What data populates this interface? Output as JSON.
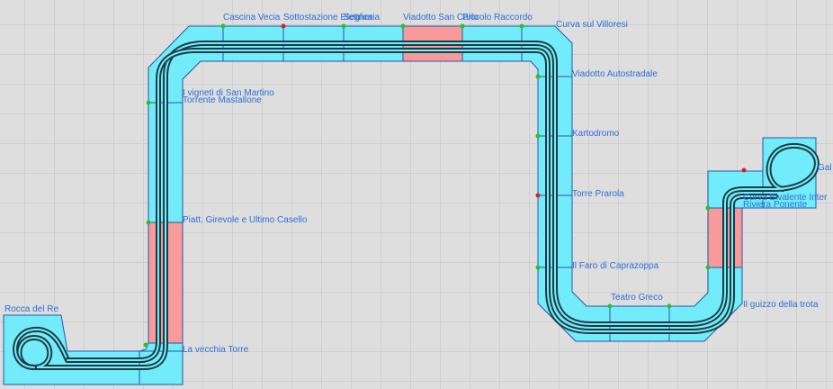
{
  "layout": {
    "labels": [
      "Cascina Vecia",
      "Sottostazione Elettrica",
      "Segheria",
      "Viadotto San Carlo",
      "Piccolo Raccordo",
      "Curva sul Villoresi",
      "Viadotto Autostradale",
      "Kartodromo",
      "Torre Prarola",
      "Il Faro di Caprazoppa",
      "Teatro Greco",
      "Il guizzo della trota",
      "Curva Bivalente Inter",
      "Riviera Ponente",
      "Gal",
      "I vigneti di San Martino",
      "Torrente Mastallone",
      "Piatt. Girevole e Ultimo Casello",
      "La vecchia Torre",
      "Rocca del Re"
    ]
  },
  "colors": {
    "free_block": "#72ecfa",
    "occupied_block": "#f99a9a",
    "block_border": "#2b54a8",
    "sensor_free": "#22c42a",
    "sensor_active": "#d92020",
    "label_text": "#2c6fd6"
  }
}
